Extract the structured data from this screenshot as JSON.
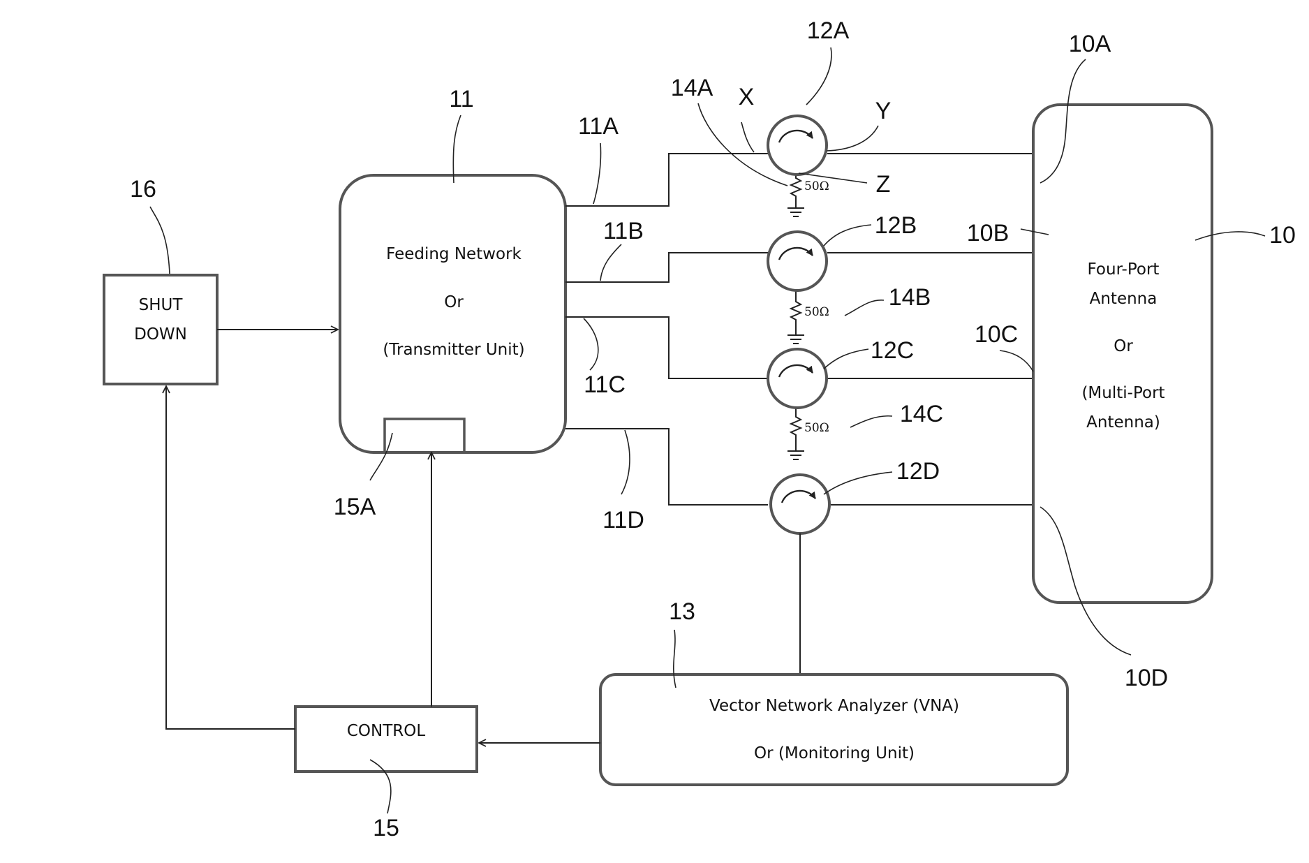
{
  "shutdown": {
    "line1": "SHUT",
    "line2": "DOWN",
    "ref": "16"
  },
  "feeding": {
    "line1": "Feeding Network",
    "line2": "Or",
    "line3": "(Transmitter Unit)",
    "ref": "11",
    "port_ref": "15A"
  },
  "feed_lines": {
    "a": "11A",
    "b": "11B",
    "c": "11C",
    "d": "11D"
  },
  "circulators": {
    "a": "12A",
    "b": "12B",
    "c": "12C",
    "d": "12D"
  },
  "terminations": {
    "value": "50Ω",
    "a": "14A",
    "b": "14B",
    "c": "14C"
  },
  "ports": {
    "x": "X",
    "y": "Y",
    "z": "Z"
  },
  "antenna": {
    "line1": "Four-Port",
    "line2": "Antenna",
    "line3": "Or",
    "line4": "(Multi-Port",
    "line5": "Antenna)",
    "ref": "10"
  },
  "antenna_ports": {
    "a": "10A",
    "b": "10B",
    "c": "10C",
    "d": "10D"
  },
  "vna": {
    "line1": "Vector Network Analyzer (VNA)",
    "line2": "Or (Monitoring Unit)",
    "ref": "13"
  },
  "control": {
    "label": "CONTROL",
    "ref": "15"
  },
  "colors": {
    "box_stroke": "#555555",
    "line": "#222222"
  }
}
